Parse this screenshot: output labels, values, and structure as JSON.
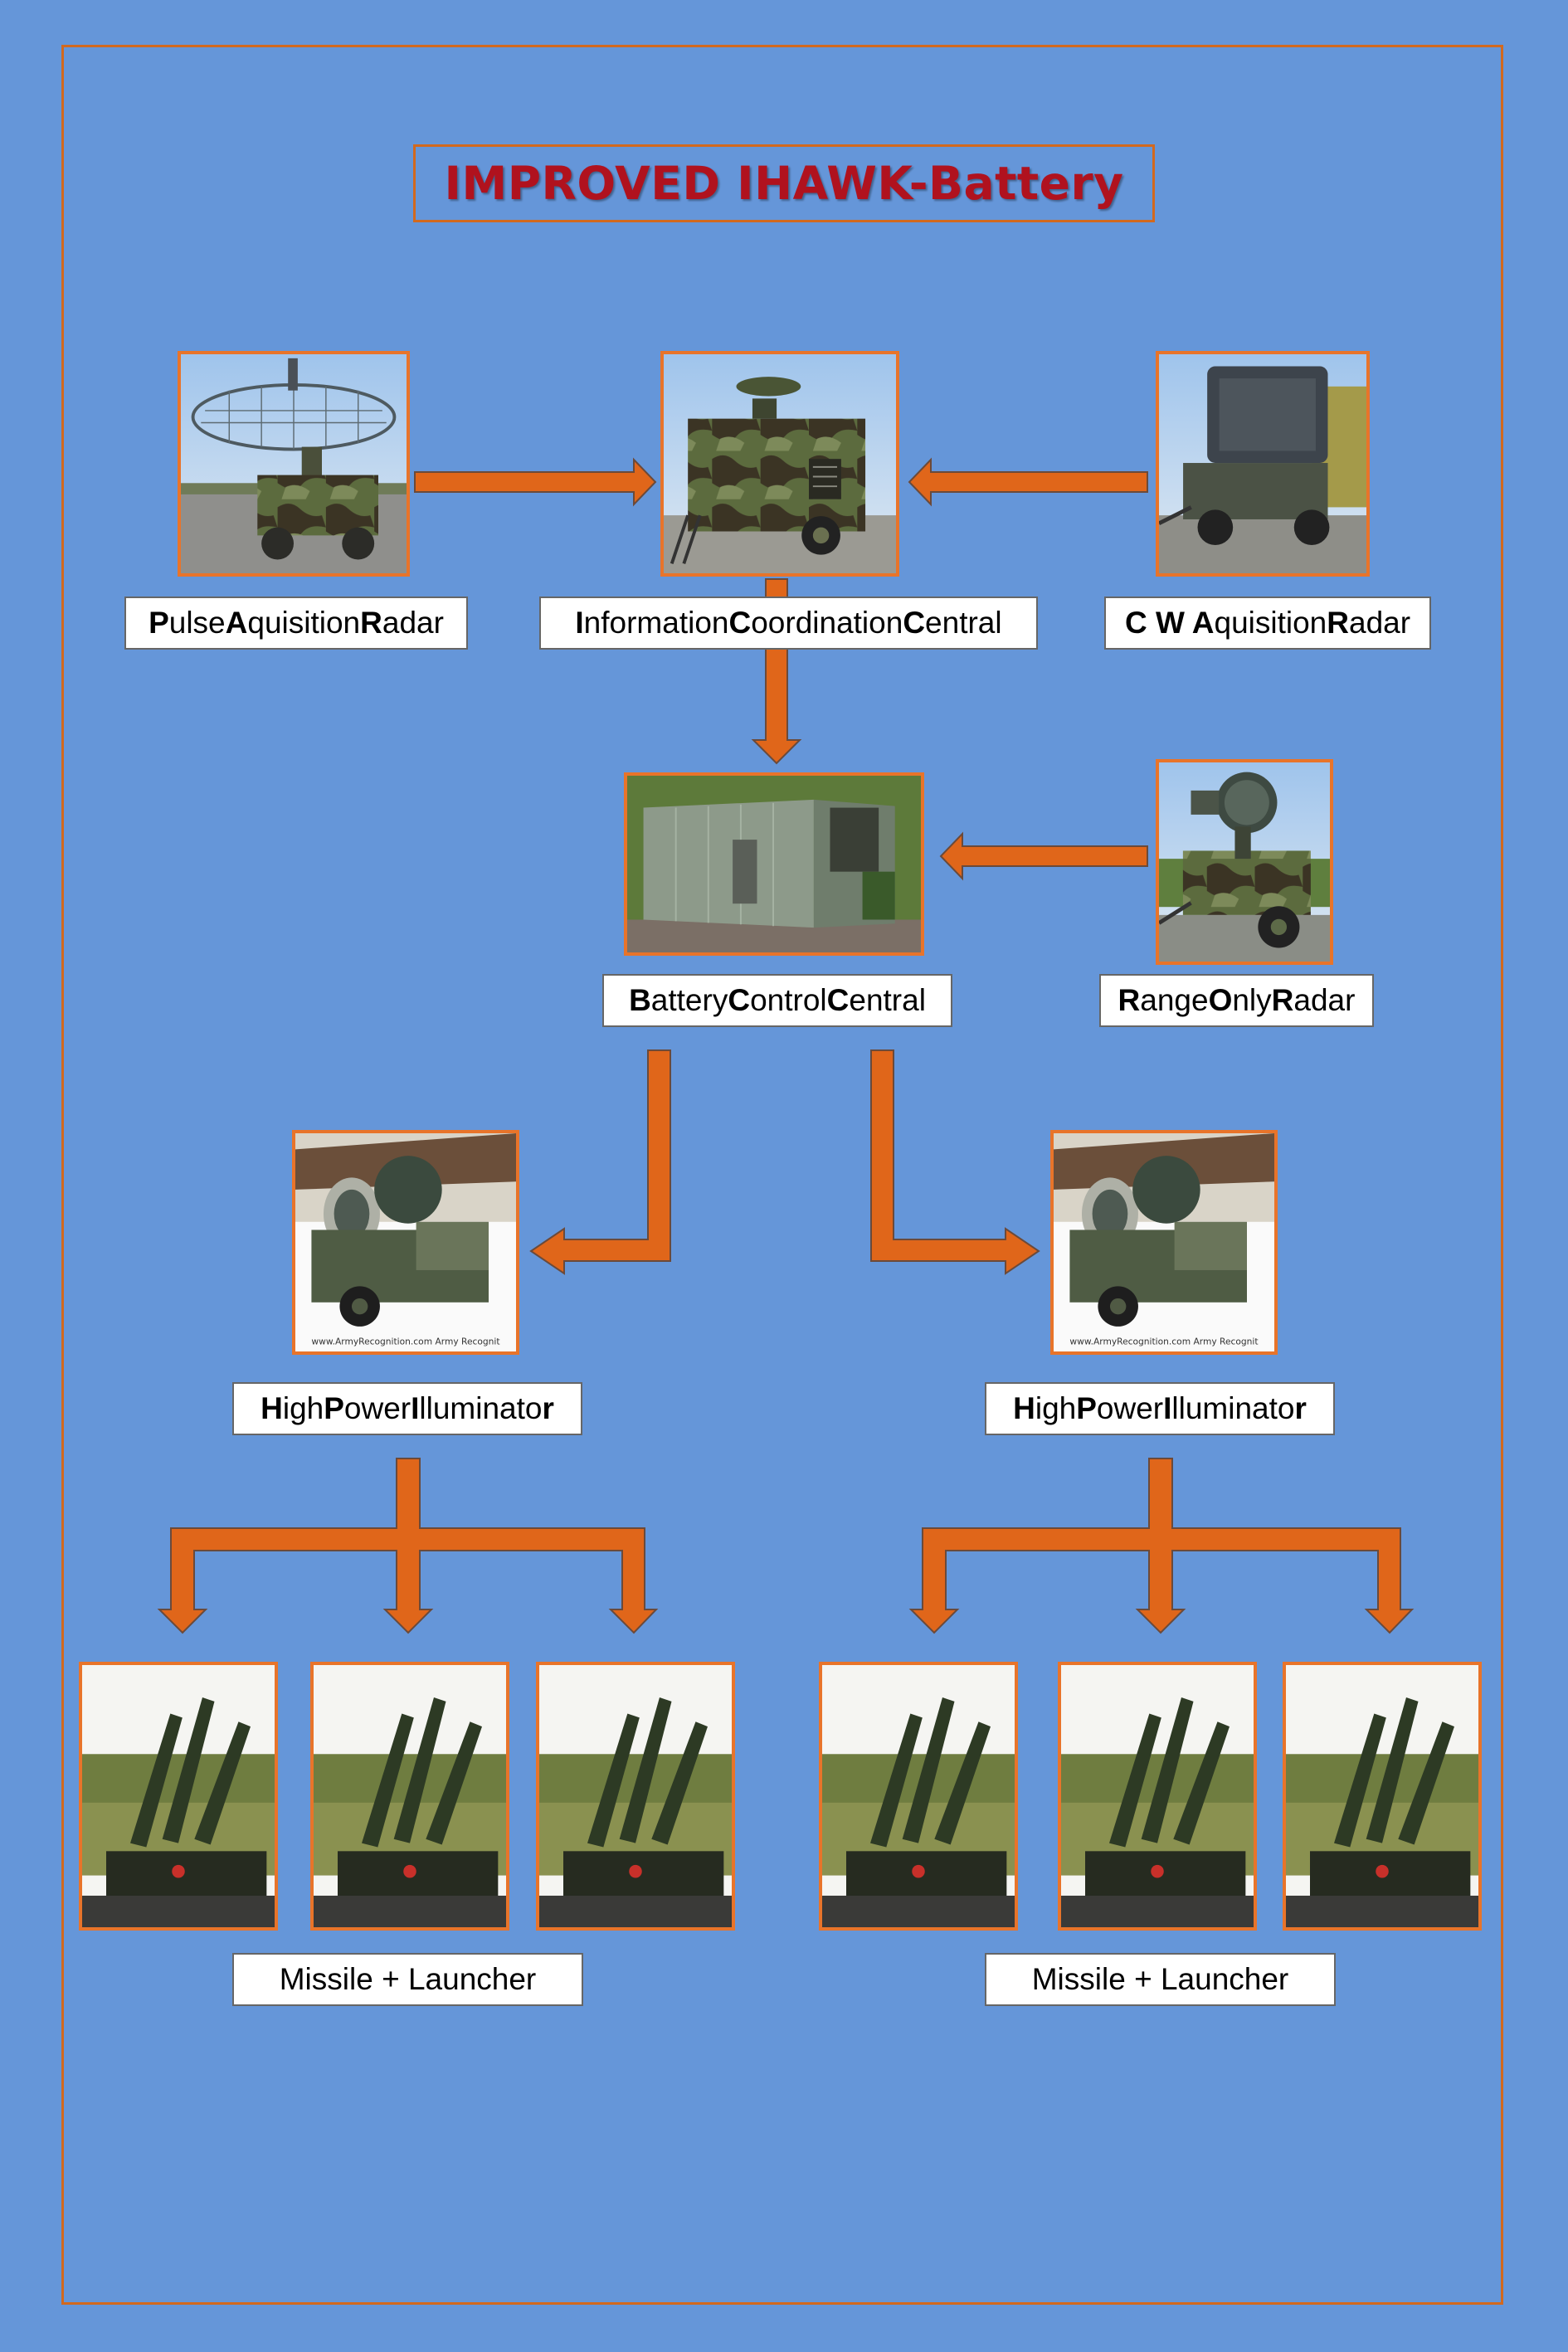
{
  "title": "IMPROVED IHAWK-Battery",
  "colors": {
    "background": "#6596d9",
    "accent": "#e8742a",
    "title": "#b0121e"
  },
  "nodes": {
    "par": {
      "label": "Pulse Aquisition Radar",
      "parts": [
        {
          "b": "P"
        },
        {
          "t": "ulse "
        },
        {
          "b": "A"
        },
        {
          "t": "quisition "
        },
        {
          "b": "R"
        },
        {
          "t": "adar"
        }
      ]
    },
    "icc": {
      "label": "Information Coordination Central",
      "parts": [
        {
          "b": "I"
        },
        {
          "t": "nformation "
        },
        {
          "b": "C"
        },
        {
          "t": "oordination "
        },
        {
          "b": "C"
        },
        {
          "t": "entral"
        }
      ]
    },
    "cwar": {
      "label": "C W Aquisition Radar",
      "parts": [
        {
          "b": "C W A"
        },
        {
          "t": "quisition "
        },
        {
          "b": "R"
        },
        {
          "t": "adar"
        }
      ]
    },
    "bcc": {
      "label": "Battery Control Central",
      "parts": [
        {
          "b": "B"
        },
        {
          "t": "attery "
        },
        {
          "b": "C"
        },
        {
          "t": "ontrol "
        },
        {
          "b": "C"
        },
        {
          "t": "entral"
        }
      ]
    },
    "ror": {
      "label": "Range Only Radar",
      "parts": [
        {
          "b": "R"
        },
        {
          "t": "ange "
        },
        {
          "b": "O"
        },
        {
          "t": "nly "
        },
        {
          "b": "R"
        },
        {
          "t": "adar"
        }
      ]
    },
    "hpi_left": {
      "label": "High Power Illuminator",
      "parts": [
        {
          "b": "H"
        },
        {
          "t": "igh "
        },
        {
          "b": "P"
        },
        {
          "t": "ower "
        },
        {
          "b": "I"
        },
        {
          "t": "lluminato"
        },
        {
          "b": "r"
        }
      ]
    },
    "hpi_right": {
      "label": "High Power Illuminator",
      "parts": [
        {
          "b": "H"
        },
        {
          "t": "igh "
        },
        {
          "b": "P"
        },
        {
          "t": "ower "
        },
        {
          "b": "I"
        },
        {
          "t": "lluminato"
        },
        {
          "b": "r"
        }
      ]
    },
    "ml_left": {
      "label": "Missile + Launcher"
    },
    "ml_right": {
      "label": "Missile + Launcher"
    }
  },
  "photo_watermark": "www.ArmyRecognition.com Army Recognit"
}
